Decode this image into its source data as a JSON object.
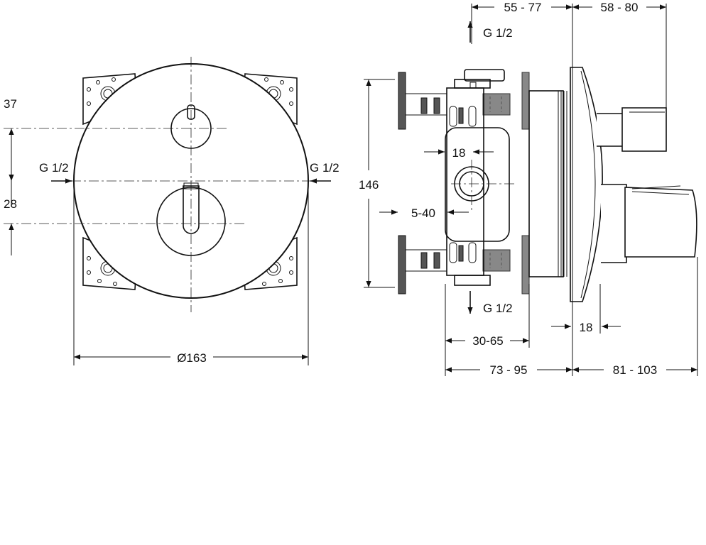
{
  "front_view": {
    "dim_37": "37",
    "dim_28": "28",
    "inlet_left": "G 1/2",
    "inlet_right": "G 1/2",
    "diameter": "Ø163"
  },
  "side_view": {
    "outlet_top": "G 1/2",
    "outlet_bottom": "G 1/2",
    "dim_55_77": "55 - 77",
    "dim_58_80": "58 - 80",
    "dim_146": "146",
    "dim_18_inner": "18",
    "dim_5_40": "5-40",
    "dim_18_plate": "18",
    "dim_30_65": "30-65",
    "dim_73_95": "73 - 95",
    "dim_81_103": "81 - 103"
  },
  "colors": {
    "line": "#111111",
    "grey_part": "#888888",
    "dark_part": "#555555"
  }
}
